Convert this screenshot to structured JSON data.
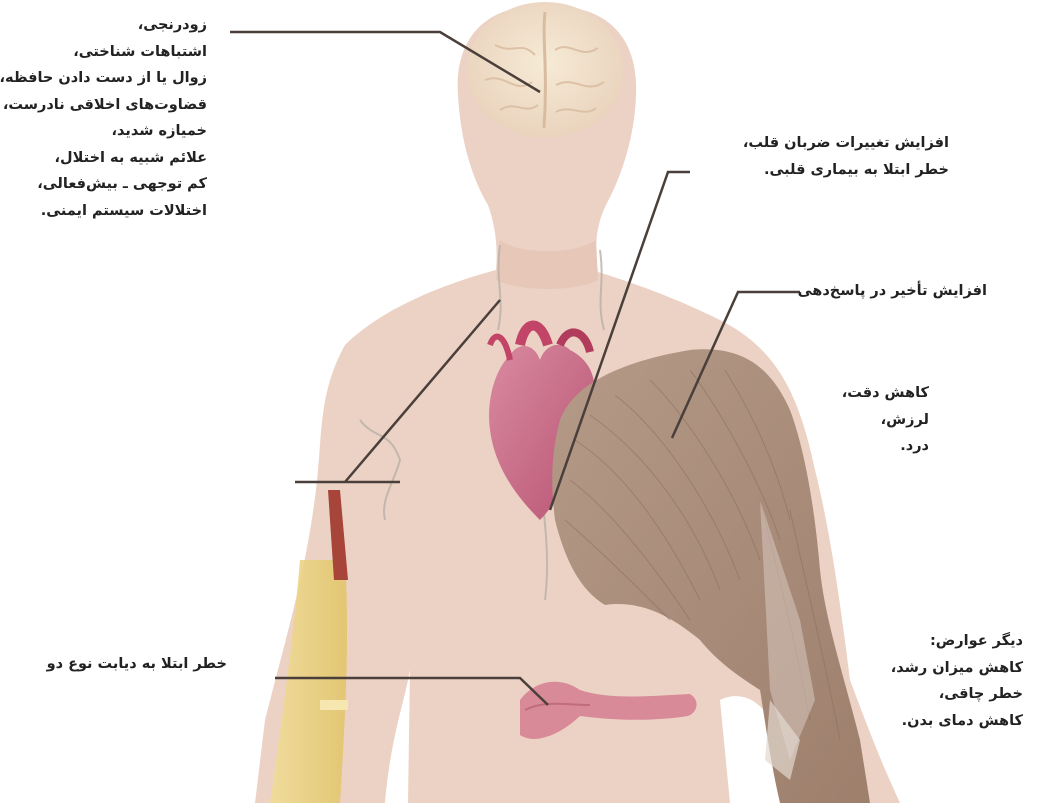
{
  "labels": {
    "brain": [
      "زودرنجی،",
      "اشتباهات شناختی،",
      "زوال یا از دست دادن حافظه،",
      "قضاوت‌های اخلاقی نادرست،",
      "خمیازه شدید،",
      "علائم شبیه به اختلال،",
      "کم توجهی ـ بیش‌فعالی،",
      "اختلالات سیستم ایمنی."
    ],
    "heart": [
      "افزایش تغییرات ضربان قلب،",
      "خطر ابتلا به بیماری قلبی."
    ],
    "response": [
      "افزایش تأخیر در پاسخ‌دهی"
    ],
    "muscle": [
      "کاهش دقت،",
      "لرزش،",
      "درد."
    ],
    "diabetes": [
      "خطر ابتلا به دیابت نوع دو"
    ],
    "other": [
      "دیگر عوارض:",
      "کاهش میزان رشد،",
      "خطر چاقی،",
      "کاهش دمای بدن."
    ]
  },
  "colors": {
    "skin": "#ecd2c4",
    "muscle": "#a98a78",
    "heart": "#c76a84",
    "pancreas": "#d88a98",
    "bone": "#e8cf7a",
    "vessel": "#a8453a",
    "leader_line": "#4a3f3a"
  }
}
